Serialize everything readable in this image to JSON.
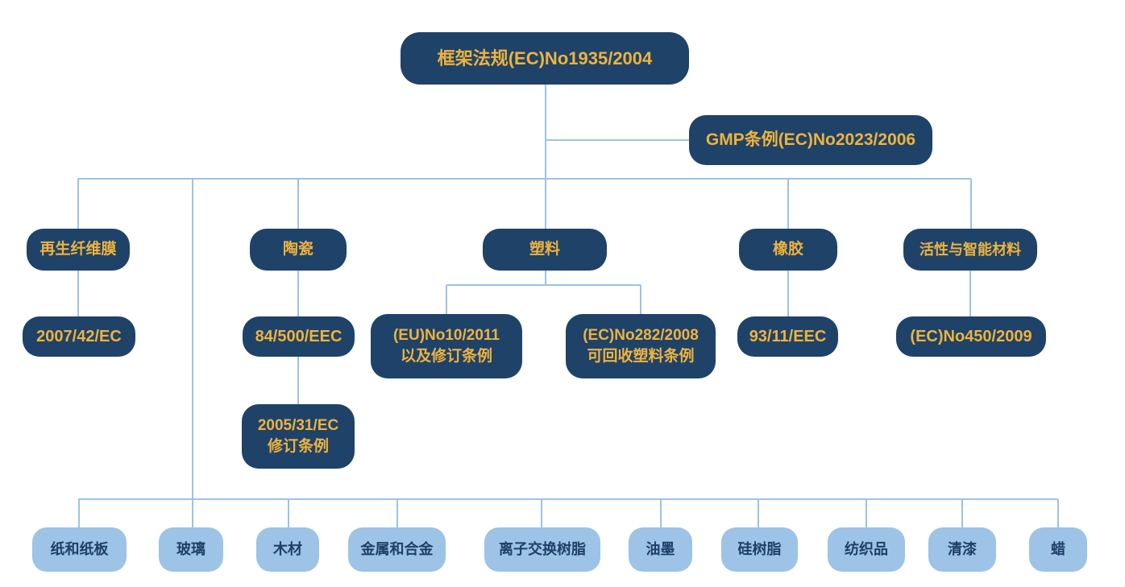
{
  "colors": {
    "node_dark": "#1f4268",
    "node_light": "#9dc3e6",
    "text_gold": "#eeb33d",
    "text_dark": "#1f3f68",
    "line": "#9cc2e5",
    "background": "#ffffff"
  },
  "tree": {
    "framework": "框架法规(EC)No1935/2004",
    "gmp": "GMP条例(EC)No2023/2006",
    "materials": [
      {
        "name": "再生纤维膜",
        "regulations": [
          "2007/42/EC"
        ]
      },
      {
        "name": "陶瓷",
        "regulations": [
          "84/500/EEC",
          "2005/31/EC\n修订条例"
        ]
      },
      {
        "name": "塑料",
        "regulations": [
          "(EU)No10/2011\n以及修订条例",
          "(EC)No282/2008\n可回收塑料条例"
        ]
      },
      {
        "name": "橡胶",
        "regulations": [
          "93/11/EEC"
        ]
      },
      {
        "name": "活性与智能材料",
        "regulations": [
          "(EC)No450/2009"
        ]
      }
    ],
    "other_materials": [
      "纸和纸板",
      "玻璃",
      "木材",
      "金属和合金",
      "离子交换树脂",
      "油墨",
      "硅树脂",
      "纺织品",
      "清漆",
      "蜡"
    ]
  }
}
